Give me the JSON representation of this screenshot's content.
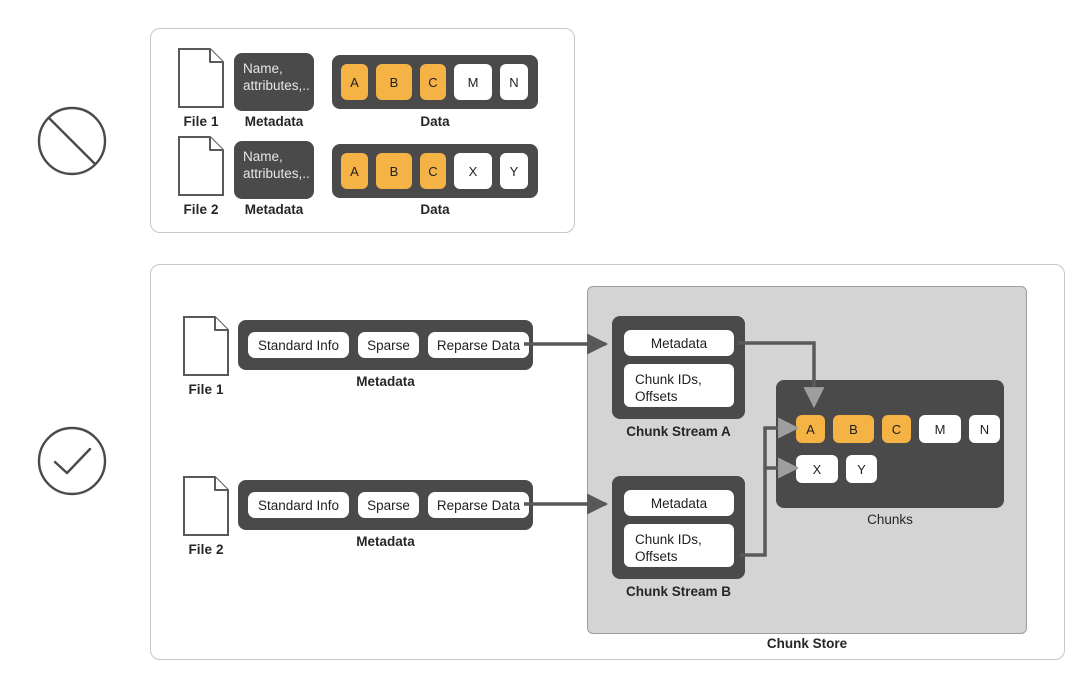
{
  "diagram": {
    "title": "Data Deduplication chunk store diagram",
    "colors": {
      "chunk_orange": "#f5b346",
      "chunk_white": "#ffffff",
      "dark_box": "#4a4a4a",
      "grey_region": "#d4d4d4",
      "panel_border": "#c7c7c7",
      "wire": "#595959",
      "arrow_grey": "#9e9e9e",
      "text": "#262626"
    }
  },
  "status_icons": [
    {
      "name": "prohibited-icon",
      "glyph": "circle-with-slash",
      "meaning": "not-deduplicated"
    },
    {
      "name": "check-icon",
      "glyph": "circle-with-checkmark",
      "meaning": "deduplicated"
    }
  ],
  "before_panel": {
    "rows": [
      {
        "file_label": "File 1",
        "metadata_caption": "Metadata",
        "metadata_text": "Name,\nattributes,..",
        "data_caption": "Data",
        "chunks": [
          {
            "label": "A",
            "fill": "orange",
            "w": 27
          },
          {
            "label": "B",
            "fill": "orange",
            "w": 36
          },
          {
            "label": "C",
            "fill": "orange",
            "w": 26
          },
          {
            "label": "M",
            "fill": "white",
            "w": 38
          },
          {
            "label": "N",
            "fill": "white",
            "w": 28
          }
        ]
      },
      {
        "file_label": "File 2",
        "metadata_caption": "Metadata",
        "metadata_text": "Name,\nattributes,..",
        "data_caption": "Data",
        "chunks": [
          {
            "label": "A",
            "fill": "orange",
            "w": 27
          },
          {
            "label": "B",
            "fill": "orange",
            "w": 36
          },
          {
            "label": "C",
            "fill": "orange",
            "w": 26
          },
          {
            "label": "X",
            "fill": "white",
            "w": 38
          },
          {
            "label": "Y",
            "fill": "white",
            "w": 28
          }
        ]
      }
    ]
  },
  "after_panel": {
    "files": [
      {
        "file_label": "File 1",
        "metadata_caption": "Metadata",
        "attributes": [
          "Standard Info",
          "Sparse",
          "Reparse Data"
        ]
      },
      {
        "file_label": "File 2",
        "metadata_caption": "Metadata",
        "attributes": [
          "Standard Info",
          "Sparse",
          "Reparse Data"
        ]
      }
    ],
    "chunk_store": {
      "caption": "Chunk Store",
      "streams": [
        {
          "caption": "Chunk Stream A",
          "boxes": [
            "Metadata",
            "Chunk IDs,\nOffsets"
          ]
        },
        {
          "caption": "Chunk Stream B",
          "boxes": [
            "Metadata",
            "Chunk IDs,\nOffsets"
          ]
        }
      ],
      "chunks_group": {
        "caption": "Chunks",
        "row1": [
          {
            "label": "A",
            "fill": "orange",
            "w": 29
          },
          {
            "label": "B",
            "fill": "orange",
            "w": 41
          },
          {
            "label": "C",
            "fill": "orange",
            "w": 29
          },
          {
            "label": "M",
            "fill": "white",
            "w": 42
          },
          {
            "label": "N",
            "fill": "white",
            "w": 31
          }
        ],
        "row2": [
          {
            "label": "X",
            "fill": "white",
            "w": 42
          },
          {
            "label": "Y",
            "fill": "white",
            "w": 31
          }
        ]
      }
    }
  }
}
